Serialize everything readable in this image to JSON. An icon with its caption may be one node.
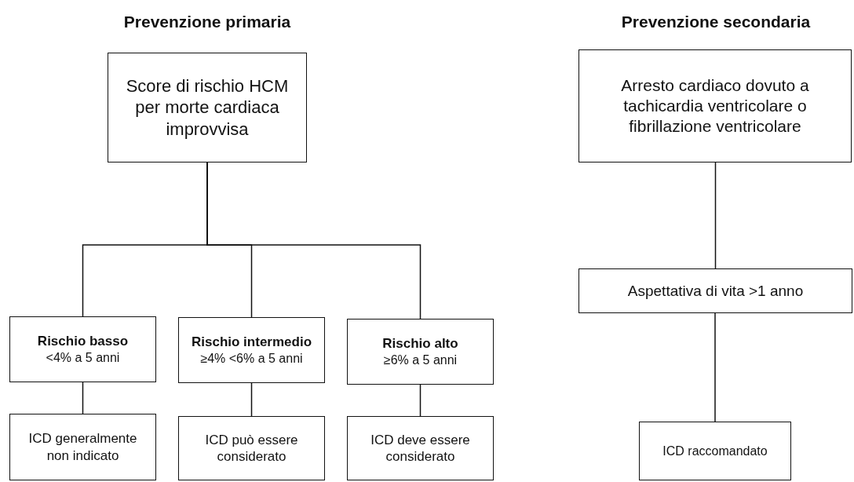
{
  "diagram": {
    "nodes": [
      {
        "text": [
          "Score di rischio HCM per morte cardiaca improvvisa"
        ]
      },
      {
        "text": [
          "Rischio basso",
          "<4% a 5 anni"
        ]
      },
      {
        "text": [
          "Rischio intermedio",
          "≥4% <6% a 5 anni"
        ]
      },
      {
        "text": [
          "Rischio alto",
          "≥6% a 5 anni"
        ]
      },
      {
        "text": [
          "ICD generalmente non indicato"
        ]
      },
      {
        "text": [
          "ICD può essere considerato"
        ]
      },
      {
        "text": [
          "ICD deve essere considerato"
        ]
      },
      {
        "text": [
          "Arresto cardiaco dovuto a tachicardia ventricolare o fibrillazione ventricolare"
        ]
      },
      {
        "text": [
          "Aspettativa di vita >1 anno"
        ]
      },
      {
        "text": [
          "ICD raccomandato"
        ]
      }
    ],
    "edges": [
      {
        "from": 0,
        "to": 1,
        "arrow": "none"
      },
      {
        "from": 0,
        "to": 2,
        "arrow": "none"
      },
      {
        "from": 0,
        "to": 3,
        "arrow": "none"
      },
      {
        "from": 1,
        "to": 4,
        "arrow": "none"
      },
      {
        "from": 2,
        "to": 5,
        "arrow": "none"
      },
      {
        "from": 3,
        "to": 6,
        "arrow": "none"
      },
      {
        "from": 7,
        "to": 8,
        "arrow": "none"
      },
      {
        "from": 8,
        "to": 9,
        "arrow": "none"
      }
    ],
    "labels": [
      "Prevenzione primaria",
      "Prevenzione secondaria"
    ]
  }
}
